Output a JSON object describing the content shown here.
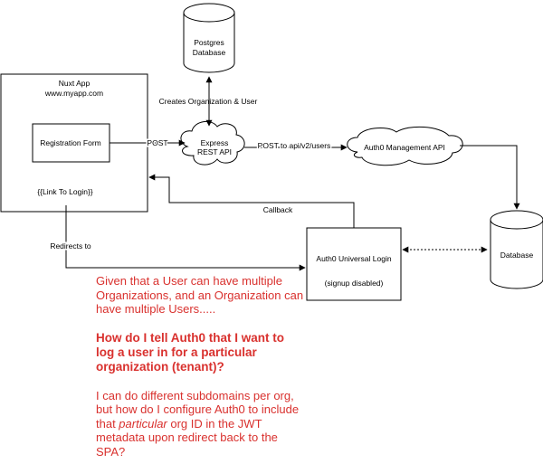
{
  "colors": {
    "stroke": "#000000",
    "note": "#d9312e",
    "background": "#ffffff"
  },
  "nodes": {
    "nuxt_title": "Nuxt App",
    "nuxt_url": "www.myapp.com",
    "registration_form": "Registration Form",
    "login_link": "{{Link To Login}}",
    "postgres_line1": "Postgres",
    "postgres_line2": "Database",
    "express_line1": "Express",
    "express_line2": "REST API",
    "mgmt_api": "Auth0 Management API",
    "universal_login": "Auth0 Universal Login",
    "signup_disabled": "(signup disabled)",
    "database": "Database"
  },
  "edges": {
    "creates": "Creates Organization & User",
    "post": "POST",
    "post_users": "POST to api/v2/users",
    "callback": "Callback",
    "redirects": "Redirects to"
  },
  "note": {
    "p1": "Given that a User can have multiple Organizations, and an Organization can have multiple Users.....",
    "p2": "How do I tell Auth0 that I want to log a user in for a particular organization (tenant)?",
    "p3_before": "I can do different subdomains per org, but how do I configure Auth0 to include that ",
    "p3_em": "particular",
    "p3_after": " org ID in the JWT metadata upon redirect back to the SPA?"
  }
}
